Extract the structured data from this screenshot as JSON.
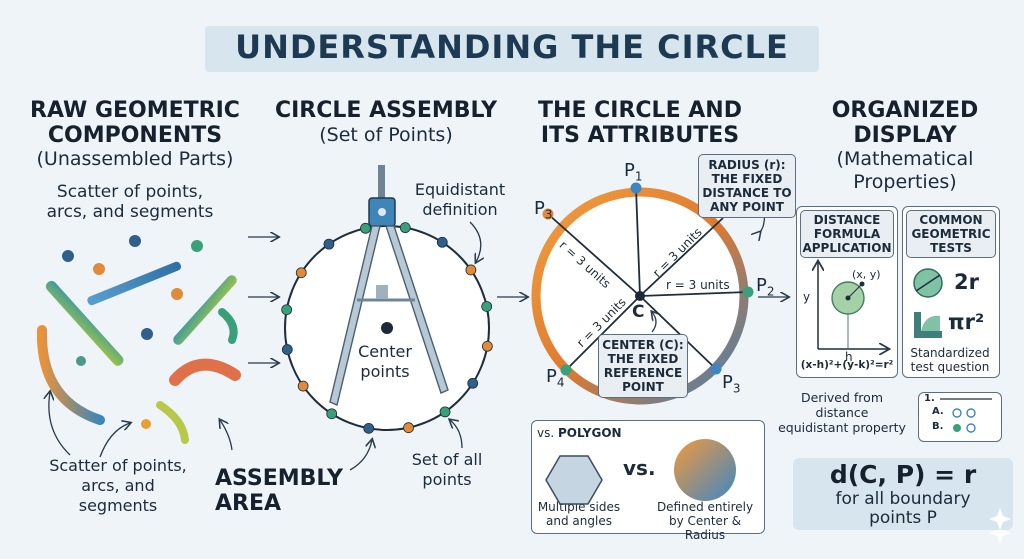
{
  "title": "UNDERSTANDING THE CIRCLE",
  "col1": {
    "title_l1": "RAW GEOMETRIC",
    "title_l2": "COMPONENTS",
    "sub": "(Unassembled Parts)",
    "scatter_top_l1": "Scatter of points,",
    "scatter_top_l2": "arcs, and segments",
    "scatter_bottom_l1": "Scatter of points,",
    "scatter_bottom_l2": "arcs, and",
    "scatter_bottom_l3": "segments"
  },
  "col2": {
    "title": "CIRCLE ASSEMBLY",
    "sub": "(Set of Points)",
    "equidistant_l1": "Equidistant",
    "equidistant_l2": "definition",
    "center_l1": "Center",
    "center_l2": "points",
    "assembly_l1": "ASSEMBLY",
    "assembly_l2": "AREA",
    "setofall_l1": "Set of all",
    "setofall_l2": "points"
  },
  "col3": {
    "title_l1": "THE CIRCLE AND",
    "title_l2": "ITS ATTRIBUTES",
    "p1": "P",
    "p1_sub": "1",
    "p2": "P",
    "p2_sub": "2",
    "p3a": "P",
    "p3a_sub": "3",
    "p3b": "P",
    "p3b_sub": "3",
    "p4": "P",
    "p4_sub": "4",
    "c": "C",
    "r_label": "r = 3 units",
    "radius_box_l1": "RADIUS (r):",
    "radius_box_l2": "THE FIXED",
    "radius_box_l3": "DISTANCE TO",
    "radius_box_l4": "ANY POINT",
    "center_box_l1": "CENTER (C):",
    "center_box_l2": "THE FIXED",
    "center_box_l3": "REFERENCE",
    "center_box_l4": "POINT",
    "vs_polygon_prefix": "vs.",
    "vs_polygon": "POLYGON",
    "vs": "vs.",
    "poly_l1": "Multiple sides",
    "poly_l2": "and angles",
    "circ_l1": "Defined entirely",
    "circ_l2": "by Center & Radius"
  },
  "col4": {
    "title_l1": "ORGANIZED",
    "title_l2": "DISPLAY",
    "sub_l1": "(Mathematical",
    "sub_l2": "Properties)",
    "dist_l1": "DISTANCE",
    "dist_l2": "FORMULA",
    "dist_l3": "APPLICATION",
    "xy": "(x, y)",
    "y": "y",
    "h": "h",
    "formula": "(x-h)²+(y-k)²=r²",
    "common_l1": "COMMON",
    "common_l2": "GEOMETRIC",
    "common_l3": "TESTS",
    "two_r": "2r",
    "pi_r2": "πr²",
    "std_l1": "Standardized",
    "std_l2": "test question",
    "derived_l1": "Derived from",
    "derived_l2": "distance",
    "derived_l3": "equidistant property",
    "q_num": "1.",
    "q_a": "A.",
    "q_b": "B.",
    "def_formula": "d(C, P) = r",
    "def_l1": "for all boundary",
    "def_l2": "points P"
  }
}
